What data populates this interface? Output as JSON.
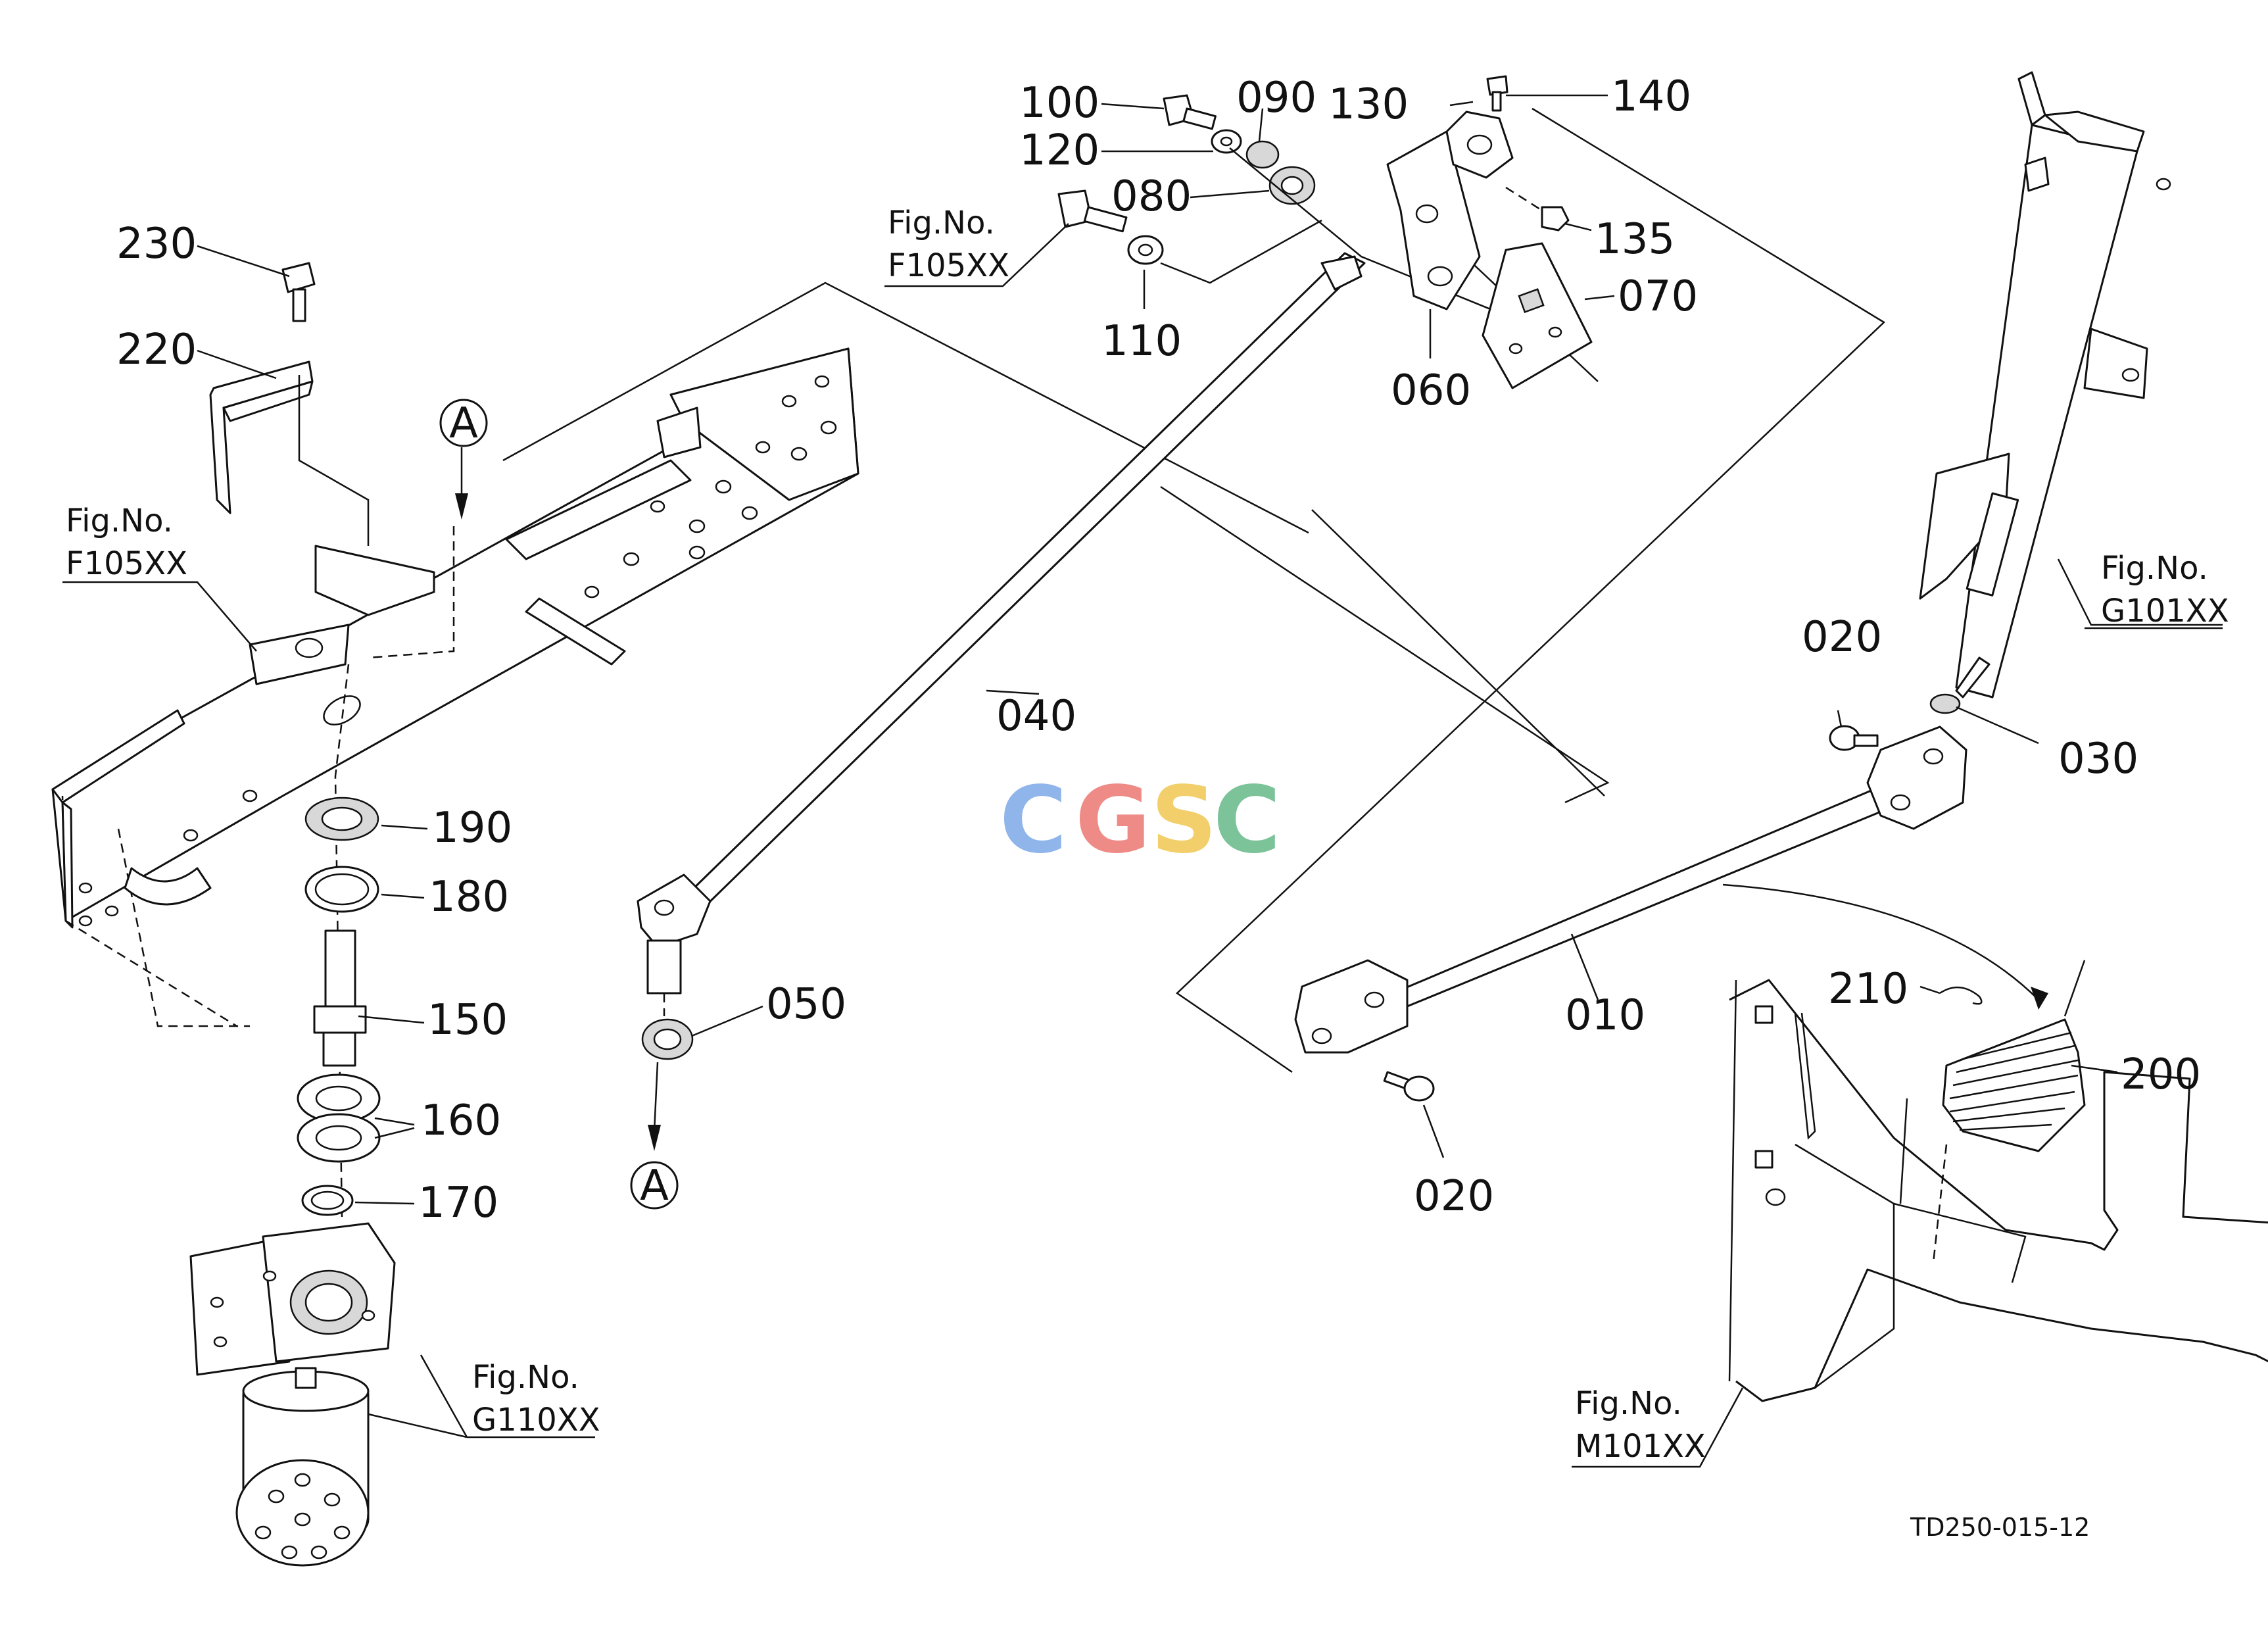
{
  "diagram": {
    "code": "TD250-015-12",
    "watermark": [
      "C",
      "G",
      "S",
      "C"
    ],
    "watermark_colors": [
      "#8fb5ea",
      "#ef8b86",
      "#f2cf6a",
      "#7cc39a"
    ],
    "callout_letter": "A",
    "part_numbers": {
      "p010": "010",
      "p020a": "020",
      "p020b": "020",
      "p030": "030",
      "p040": "040",
      "p050": "050",
      "p060": "060",
      "p070": "070",
      "p080": "080",
      "p090": "090",
      "p100": "100",
      "p110": "110",
      "p120": "120",
      "p130": "130",
      "p135": "135",
      "p140": "140",
      "p150": "150",
      "p160": "160",
      "p170": "170",
      "p180": "180",
      "p190": "190",
      "p200": "200",
      "p210": "210",
      "p220": "220",
      "p230": "230"
    },
    "fig_refs": {
      "prefix": "Fig.No.",
      "top": "F105XX",
      "left": "F105XX",
      "right": "G101XX",
      "bottom_left": "G110XX",
      "bottom_right": "M101XX"
    }
  }
}
